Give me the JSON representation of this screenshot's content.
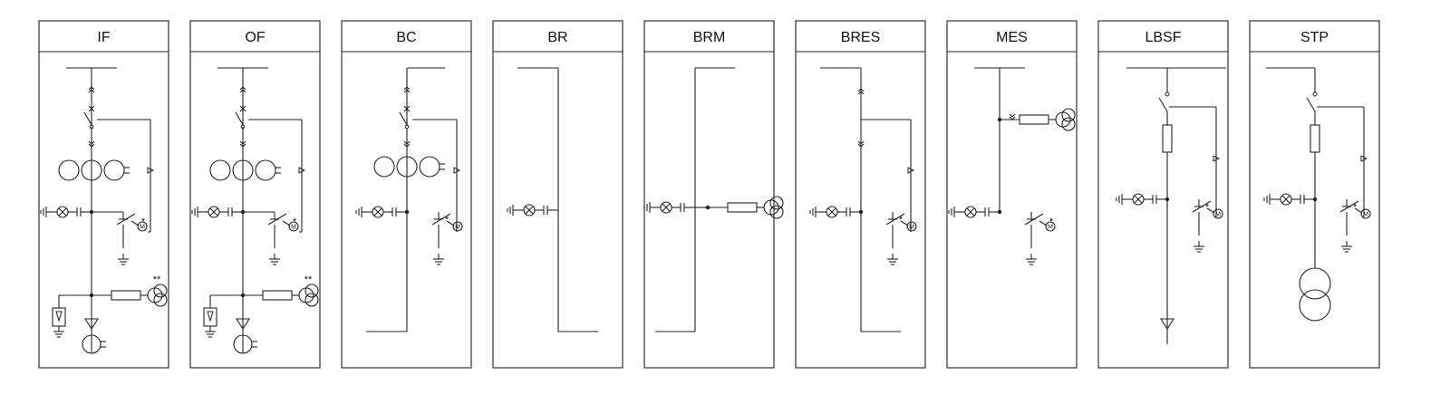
{
  "panels": [
    {
      "id": "IF",
      "label": "IF"
    },
    {
      "id": "OF",
      "label": "OF"
    },
    {
      "id": "BC",
      "label": "BC"
    },
    {
      "id": "BR",
      "label": "BR"
    },
    {
      "id": "BRM",
      "label": "BRM"
    },
    {
      "id": "BRES",
      "label": "BRES"
    },
    {
      "id": "MES",
      "label": "MES"
    },
    {
      "id": "LBSF",
      "label": "LBSF"
    },
    {
      "id": "STP",
      "label": "STP"
    }
  ],
  "symbols": {
    "motor_letter": "M",
    "single_mark": "*",
    "double_mark": "**"
  },
  "colors": {
    "line": "#222222",
    "border": "#333333",
    "background": "#ffffff"
  }
}
